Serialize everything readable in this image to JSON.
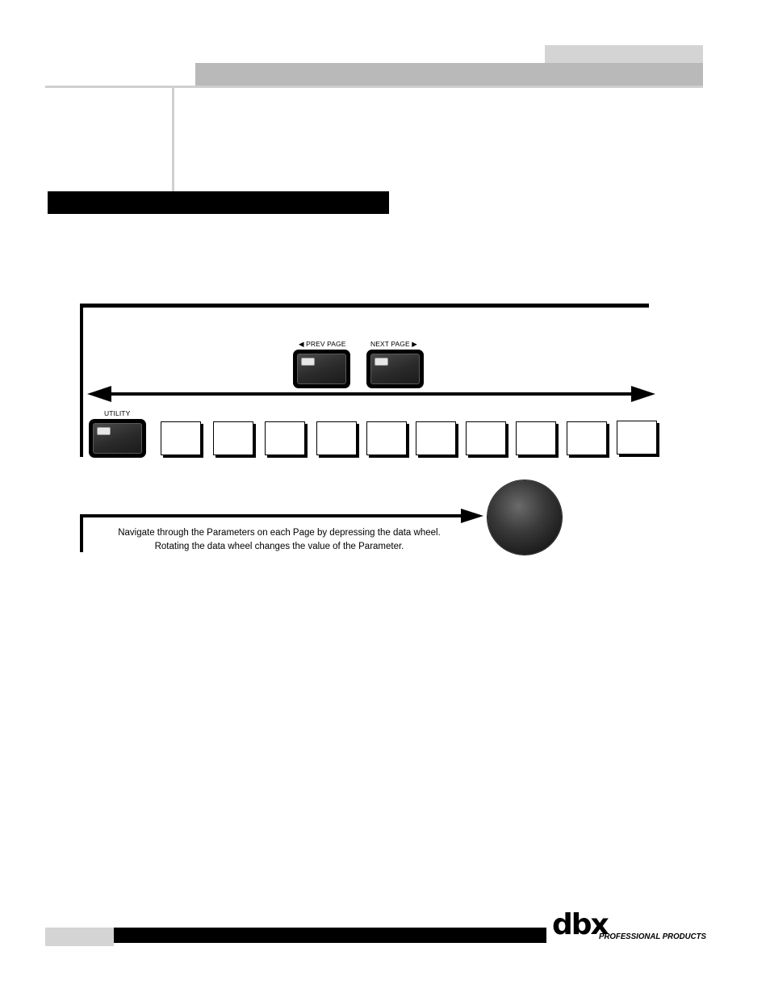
{
  "diagram": {
    "prev_page_label": "◀ PREV PAGE",
    "next_page_label": "NEXT PAGE ▶",
    "utility_label": "UTILITY",
    "caption_line1": "Navigate through the Parameters on each Page by depressing the data wheel.",
    "caption_line2": "Rotating the data wheel changes the value of the Parameter."
  },
  "footer": {
    "logo_text": "dbx",
    "logo_tagline": "PROFESSIONAL PRODUCTS"
  }
}
